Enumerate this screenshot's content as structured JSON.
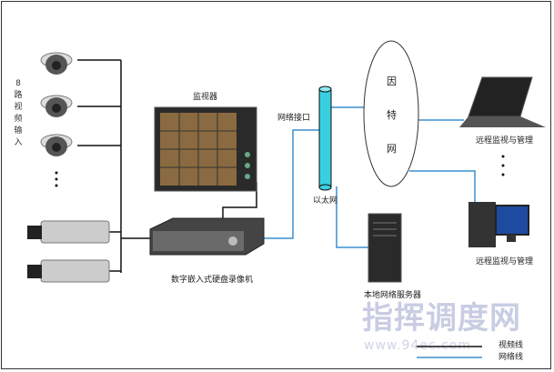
{
  "labels": {
    "input": [
      "8",
      "路",
      "视",
      "频",
      "输",
      "入"
    ],
    "monitor": "监视器",
    "dvr": "数字嵌入式硬盘录像机",
    "net_port": "网络接口",
    "ethernet": "以太网",
    "internet": [
      "因",
      "特",
      "网"
    ],
    "remote1": "远程监视与管理",
    "remote2": "远程监视与管理",
    "server": "本地网络服务器"
  },
  "legend": {
    "video_line": "视频线",
    "network_line": "网络线"
  },
  "watermark": {
    "title": "指挥调度网",
    "url": "www.94ec.com"
  },
  "colors": {
    "video": "#111111",
    "network": "#3a8fd0",
    "tube": "#38d0e0"
  }
}
